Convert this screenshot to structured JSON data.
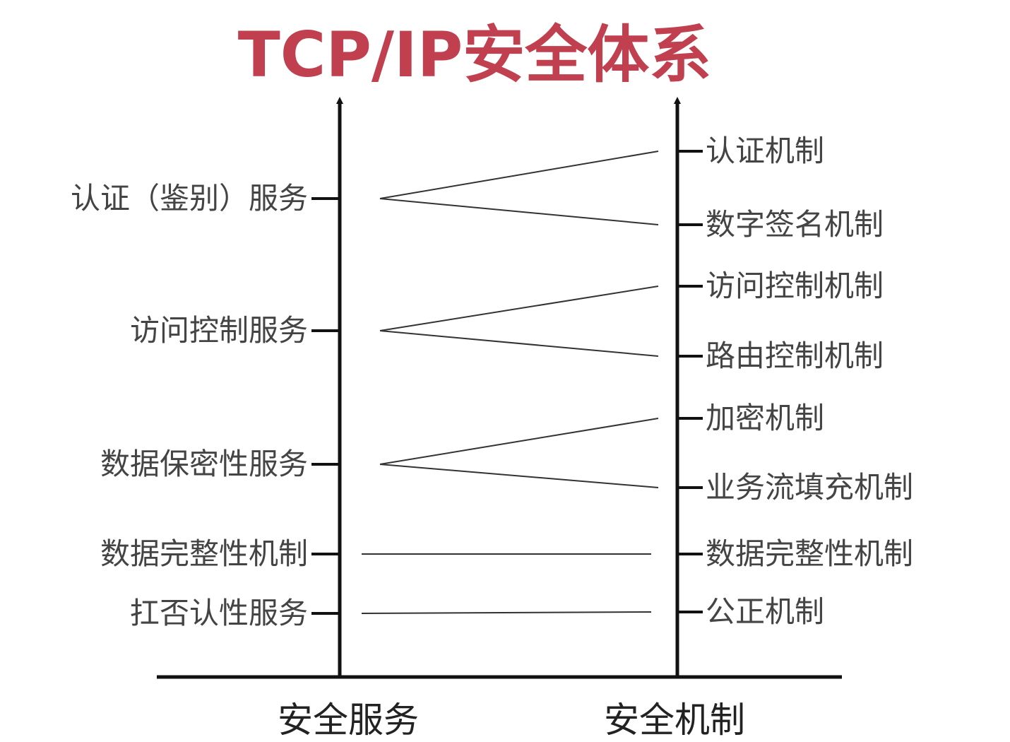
{
  "title": "TCP/IP安全体系",
  "colors": {
    "title": "#c0404f",
    "axis": "#111111",
    "text": "#444444",
    "connector": "#333333"
  },
  "axes": {
    "left_label": "安全服务",
    "right_label": "安全机制"
  },
  "services": [
    "认证（鉴别）服务",
    "访问控制服务",
    "数据保密性服务",
    "数据完整性机制",
    "扛否认性服务"
  ],
  "mechanisms": [
    "认证机制",
    "数字签名机制",
    "访问控制机制",
    "路由控制机制",
    "加密机制",
    "业务流填充机制",
    "数据完整性机制",
    "公正机制"
  ],
  "mappings": [
    {
      "service": 0,
      "mechanisms": [
        0,
        1
      ]
    },
    {
      "service": 1,
      "mechanisms": [
        2,
        3
      ]
    },
    {
      "service": 2,
      "mechanisms": [
        4,
        5
      ]
    },
    {
      "service": 3,
      "mechanisms": [
        6
      ]
    },
    {
      "service": 4,
      "mechanisms": [
        7
      ]
    }
  ]
}
